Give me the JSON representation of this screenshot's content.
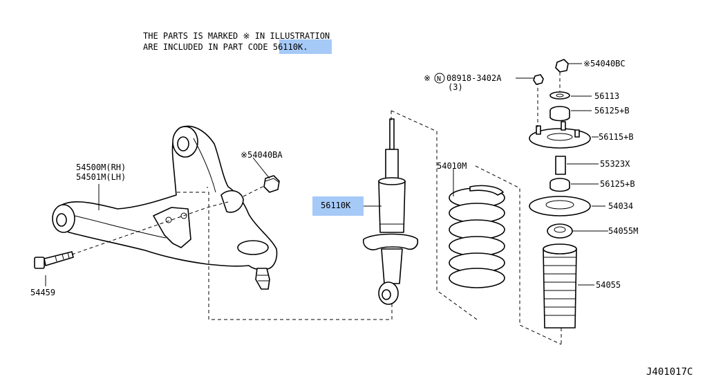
{
  "note": {
    "line1": "THE PARTS IS MARKED ※ IN ILLUSTRATION",
    "line2_prefix": "ARE INCLUDED IN PART CODE ",
    "line2_code": "56110K."
  },
  "callouts": {
    "p54500": "54500M(RH)",
    "p54501": "54501M(LH)",
    "p54459": "54459",
    "p54040ba": "※54040BA",
    "p56110k": "56110K",
    "p54010m": "54010M",
    "p08918_prefix": "※",
    "p08918_n": "N",
    "p08918": "08918-3402A",
    "p08918_qty": "(3)",
    "p54040bc": "※54040BC",
    "p56113": "56113",
    "p56125b_top": "56125+B",
    "p56115b": "56115+B",
    "p55323x": "55323X",
    "p56125b_bot": "56125+B",
    "p54034": "54034",
    "p54055m": "54055M",
    "p54055": "54055"
  },
  "diagram_code": "J401017C",
  "highlight_color": "#a6caf7"
}
